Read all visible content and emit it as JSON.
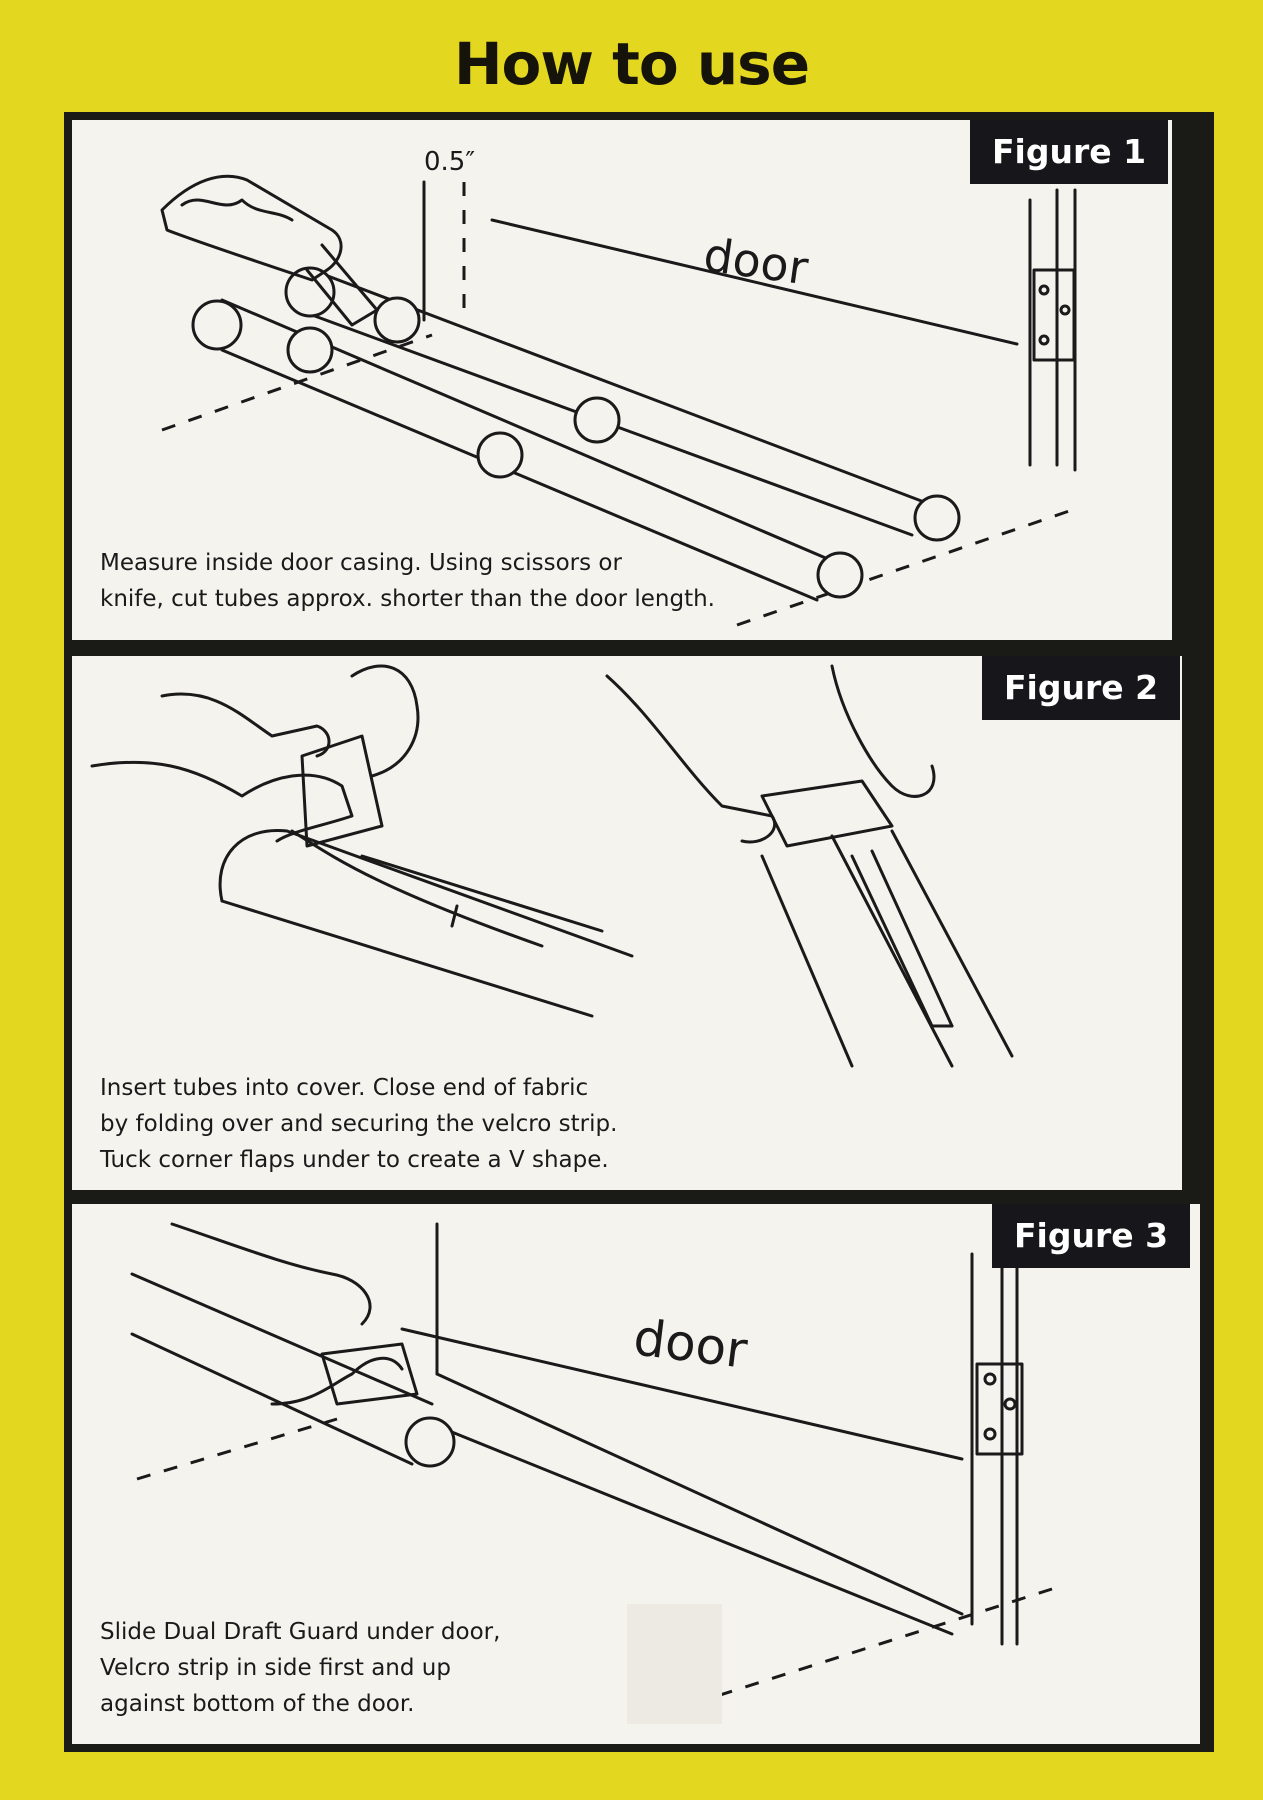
{
  "page": {
    "title": "How to use"
  },
  "figure1": {
    "label": "Figure 1",
    "measure": "0.5″",
    "door_label": "door",
    "caption": [
      "Measure inside door casing. Using scissors or",
      "knife, cut tubes approx. shorter than the door length."
    ]
  },
  "figure2": {
    "label": "Figure 2",
    "caption": [
      "Insert tubes into cover. Close end of fabric",
      "by folding over and securing the velcro strip.",
      "Tuck corner flaps under to create a V shape."
    ]
  },
  "figure3": {
    "label": "Figure 3",
    "door_label": "door",
    "caption": [
      "Slide Dual Draft Guard under door,",
      "Velcro strip in side first and up",
      "against bottom of the door."
    ]
  },
  "colors": {
    "background": "#e3d81f",
    "panel": "#f4f3ee",
    "ink": "#1a1a1a"
  }
}
